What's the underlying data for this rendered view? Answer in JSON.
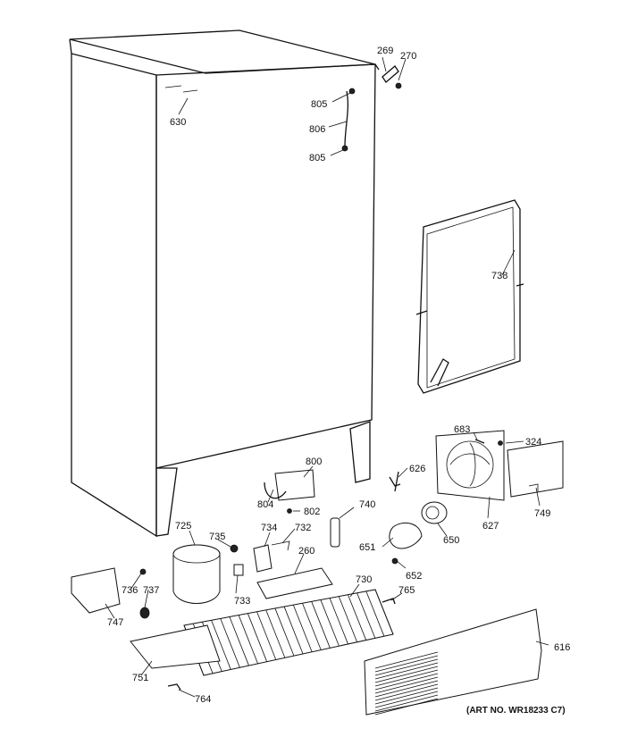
{
  "labels": {
    "p269": "269",
    "p270": "270",
    "p630": "630",
    "p805a": "805",
    "p806": "806",
    "p805b": "805",
    "p738": "738",
    "p683": "683",
    "p324": "324",
    "p800": "800",
    "p804": "804",
    "p802": "802",
    "p626": "626",
    "p740": "740",
    "p749": "749",
    "p627": "627",
    "p650": "650",
    "p725": "725",
    "p735": "735",
    "p734": "734",
    "p732": "732",
    "p260": "260",
    "p651": "651",
    "p652": "652",
    "p730": "730",
    "p765": "765",
    "p736": "736",
    "p737": "737",
    "p733": "733",
    "p747": "747",
    "p616": "616",
    "p751": "751",
    "p764": "764"
  },
  "art_no": "(ART NO. WR18233 C7)"
}
